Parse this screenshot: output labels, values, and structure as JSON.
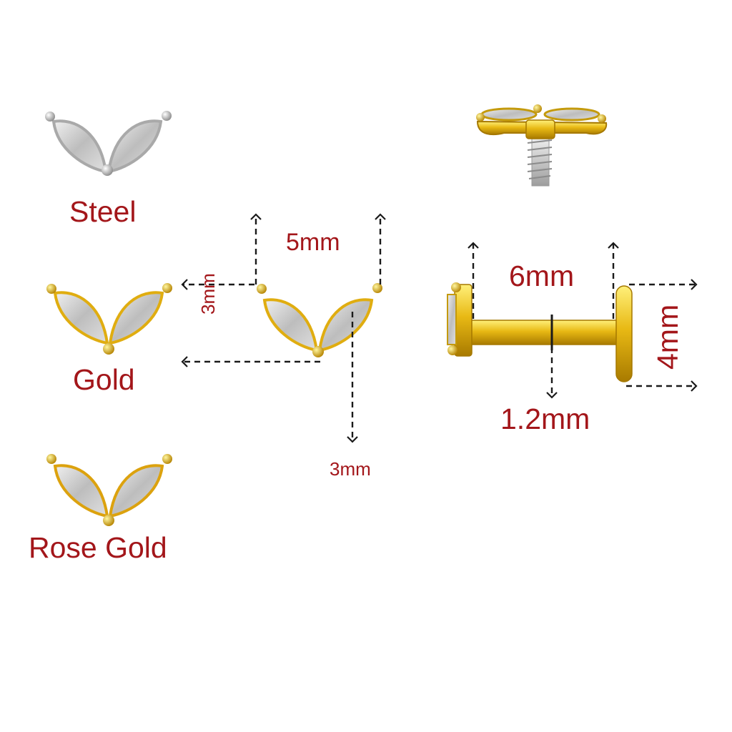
{
  "variants": [
    {
      "label": "Steel"
    },
    {
      "label": "Gold"
    },
    {
      "label": "Rose Gold"
    }
  ],
  "dimensions": {
    "top_width": "5mm",
    "top_height": "3mm",
    "post_depth": "3mm",
    "bar_length": "6mm",
    "bar_gauge": "1.2mm",
    "disc_diameter": "4mm"
  },
  "colors": {
    "label": "#a3161a",
    "steel": "#c9c9c9",
    "gold": "#e3b416",
    "rose_gold": "#e0a81c",
    "stone": "#cfcfcf",
    "dimension_line": "#1a1a1a"
  }
}
